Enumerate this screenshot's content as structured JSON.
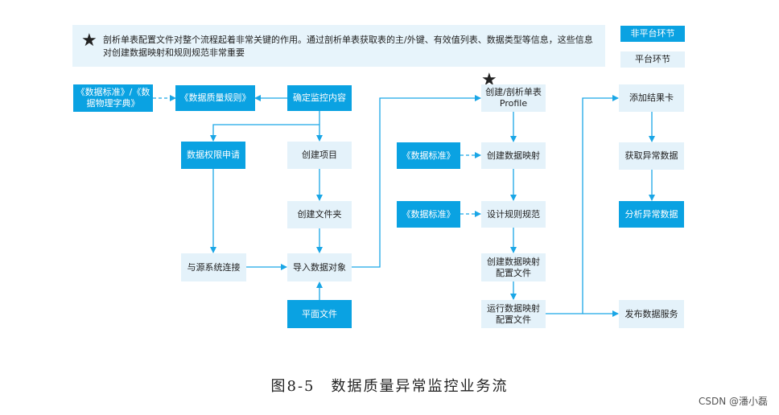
{
  "note": {
    "star": "★",
    "text": "剖析单表配置文件对整个流程起着非常关键的作用。通过剖析单表获取表的主/外键、有效值列表、数据类型等信息，这些信息对创建数据映射和规则规范非常重要"
  },
  "legend": {
    "non_platform": "非平台环节",
    "platform": "平台环节"
  },
  "nodes": {
    "data_standard_dict": "《数据标准》/《数据物理字典》",
    "data_quality_rules": "《数据质量规则》",
    "define_monitoring": "确定监控内容",
    "data_permission": "数据权限申请",
    "create_project": "创建项目",
    "create_folder": "创建文件夹",
    "connect_source": "与源系统连接",
    "import_objects": "导入数据对象",
    "flat_file": "平面文件",
    "profile_star": "★",
    "profile": "创建/剖析单表 Profile",
    "data_standard_1": "《数据标准》",
    "create_mapping": "创建数据映射",
    "data_standard_2": "《数据标准》",
    "design_rules": "设计规则规范",
    "create_mapping_config": "创建数据映射 配置文件",
    "run_mapping_config": "运行数据映射 配置文件",
    "add_scorecard": "添加结果卡",
    "get_anomaly": "获取异常数据",
    "analyze_anomaly": "分析异常数据",
    "publish_service": "发布数据服务"
  },
  "caption": "图8-5　数据质量异常监控业务流",
  "watermark": "CSDN @潘小磊",
  "colors": {
    "platform": "#0aa2e2",
    "non_platform": "#e4f2fa",
    "line": "#1aa6e6",
    "note_bg": "#e7f4fb"
  }
}
